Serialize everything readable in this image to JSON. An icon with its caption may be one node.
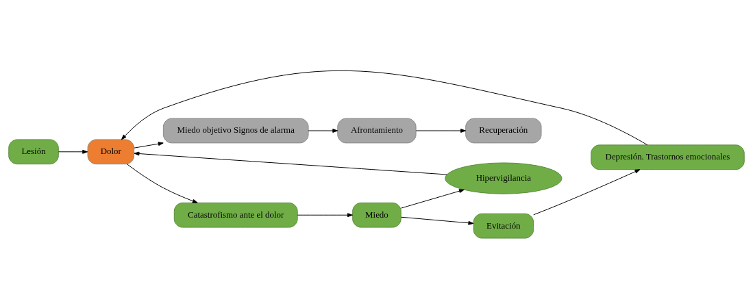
{
  "diagram": {
    "nodes": [
      {
        "text": [
          "Lesión"
        ]
      },
      {
        "text": [
          "Depresión. Trastornos emocionales"
        ]
      },
      {
        "text": [
          "Evitación"
        ]
      },
      {
        "text": [
          "Hipervigilancia"
        ]
      },
      {
        "text": [
          "Dolor"
        ]
      },
      {
        "text": [
          "Recuperación"
        ]
      },
      {
        "text": [
          "Afrontamiento"
        ]
      },
      {
        "text": [
          "Miedo"
        ]
      },
      {
        "text": [
          "Miedo objetivo Signos de alarma"
        ]
      },
      {
        "text": [
          "Catastrofismo ante el dolor"
        ]
      }
    ],
    "edges": [
      {
        "from": 0,
        "to": 4,
        "arrow": "to"
      },
      {
        "from": 1,
        "to": 4,
        "arrow": "to"
      },
      {
        "from": 2,
        "to": 1,
        "arrow": "to"
      },
      {
        "from": 3,
        "to": 4,
        "arrow": "to"
      },
      {
        "from": 7,
        "to": 2,
        "arrow": "to"
      },
      {
        "from": 7,
        "to": 3,
        "arrow": "to"
      },
      {
        "from": 4,
        "to": 9,
        "arrow": "to"
      },
      {
        "from": 9,
        "to": 7,
        "arrow": "to"
      },
      {
        "from": 4,
        "to": 8,
        "arrow": "to"
      },
      {
        "from": 8,
        "to": 6,
        "arrow": "to"
      },
      {
        "from": 6,
        "to": 5,
        "arrow": "to"
      }
    ]
  }
}
